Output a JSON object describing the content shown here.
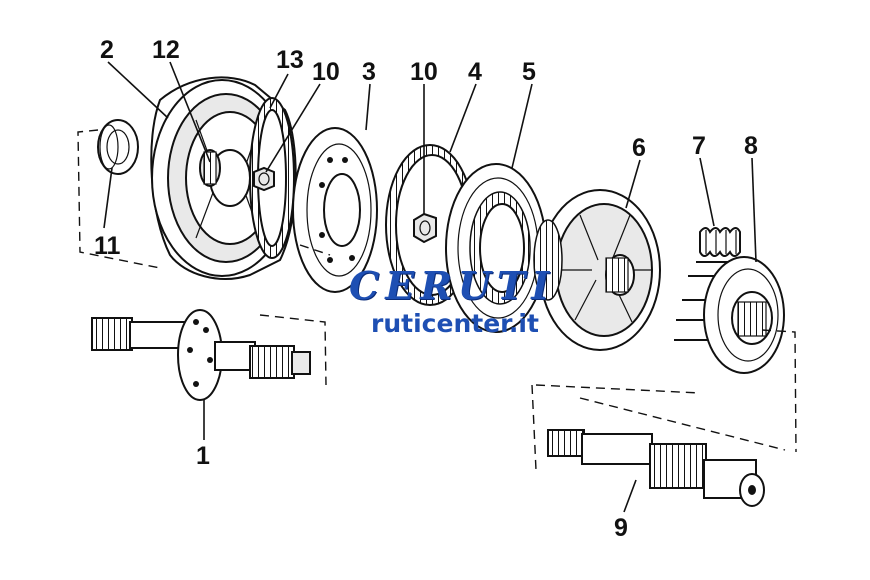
{
  "callouts": {
    "c1": "1",
    "c2": "2",
    "c3": "3",
    "c4": "4",
    "c5": "5",
    "c6": "6",
    "c7": "7",
    "c8": "8",
    "c9": "9",
    "c10a": "10",
    "c10b": "10",
    "c11": "11",
    "c12": "12",
    "c13": "13"
  },
  "watermark": {
    "brand": "CERUTI",
    "url": "ruticenter.it"
  }
}
